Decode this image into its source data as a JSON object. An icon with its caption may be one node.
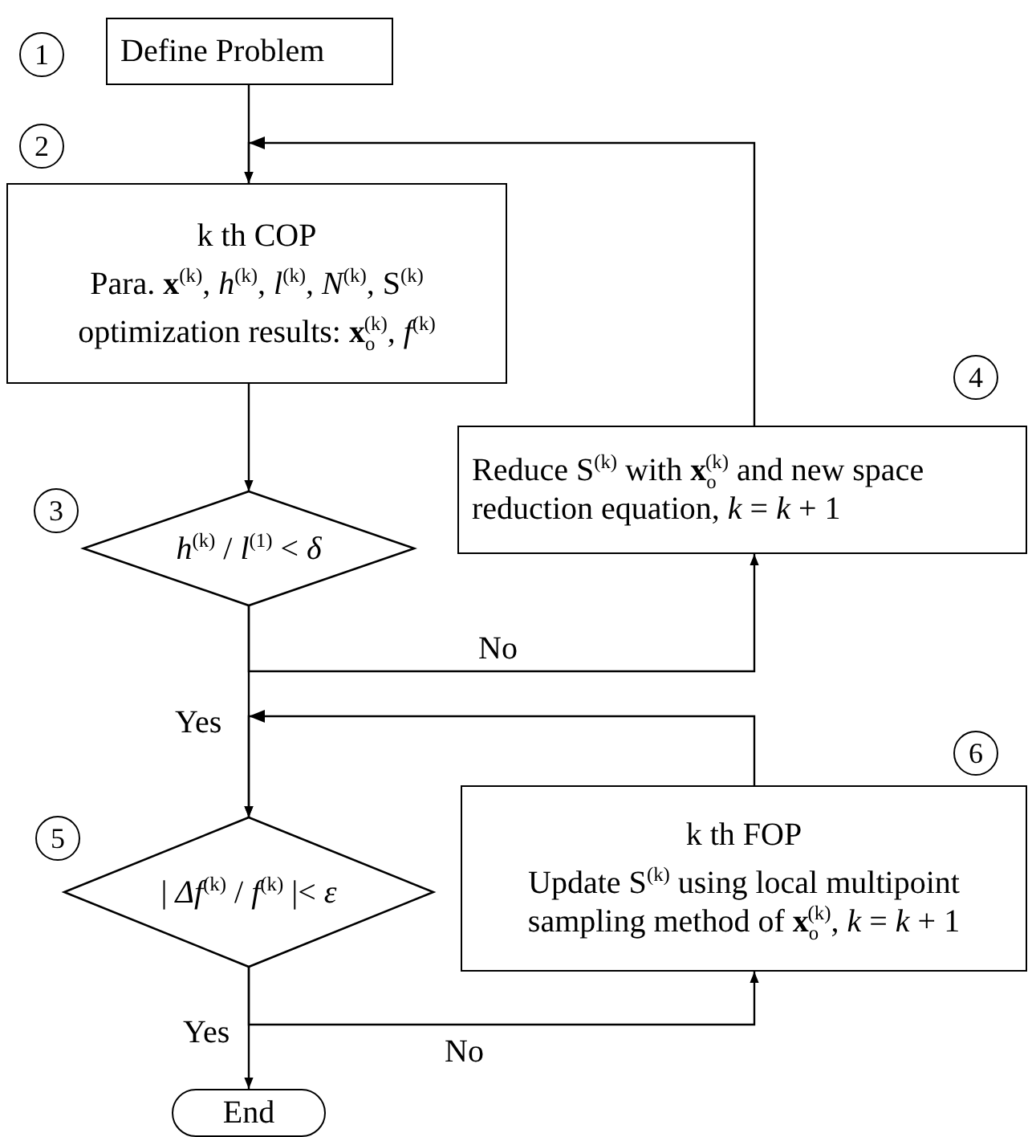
{
  "diagram": {
    "nodes": [
      {
        "text": [
          "1"
        ]
      },
      {
        "text": [
          "Define Problem"
        ]
      },
      {
        "text": [
          "2"
        ]
      },
      {
        "text": [
          "k th COP",
          "Para. **x**$^{(k)}$, *h*$^{(k)}$, *l*$^{(k)}$, *N*$^{(k)}$, S$^{(k)}$",
          "optimization results: **x**$_{o}$$^{(k)}$, *f*$^{(k)}$"
        ]
      },
      {
        "text": [
          "4"
        ]
      },
      {
        "text": [
          "Reduce S$^{(k)}$ with **x**$_{o}$$^{(k)}$ and new space reduction equation, *k* = *k* + 1"
        ]
      },
      {
        "text": [
          "3"
        ]
      },
      {
        "text": [
          "*h*$^{(k)}$ / *l*$^{(1)}$ < *δ*"
        ]
      },
      {
        "text": [
          "6"
        ]
      },
      {
        "text": [
          "5"
        ]
      },
      {
        "text": [
          "k th FOP",
          "Update S$^{(k)}$ using local multipoint sampling method of **x**$_{o}$$^{(k)}$, *k* = *k* + 1"
        ]
      },
      {
        "text": [
          "| *Δf*$^{(k)}$ / *f*$^{(k)}$ |< *ε*"
        ]
      },
      {
        "text": [
          "End"
        ]
      }
    ],
    "edges": [
      {
        "from": 1,
        "to": 3,
        "arrow": "to"
      },
      {
        "from": 3,
        "to": 7,
        "arrow": "to"
      },
      {
        "from": 7,
        "to": 5,
        "label": "No",
        "arrow": "to"
      },
      {
        "from": 5,
        "to": 3,
        "arrow": "to"
      },
      {
        "from": 7,
        "to": 11,
        "label": "Yes",
        "arrow": "to"
      },
      {
        "from": 10,
        "to": 11,
        "arrow": "to"
      },
      {
        "from": 11,
        "to": 10,
        "label": "No",
        "arrow": "to"
      },
      {
        "from": 11,
        "to": 12,
        "label": "Yes",
        "arrow": "to"
      }
    ]
  }
}
